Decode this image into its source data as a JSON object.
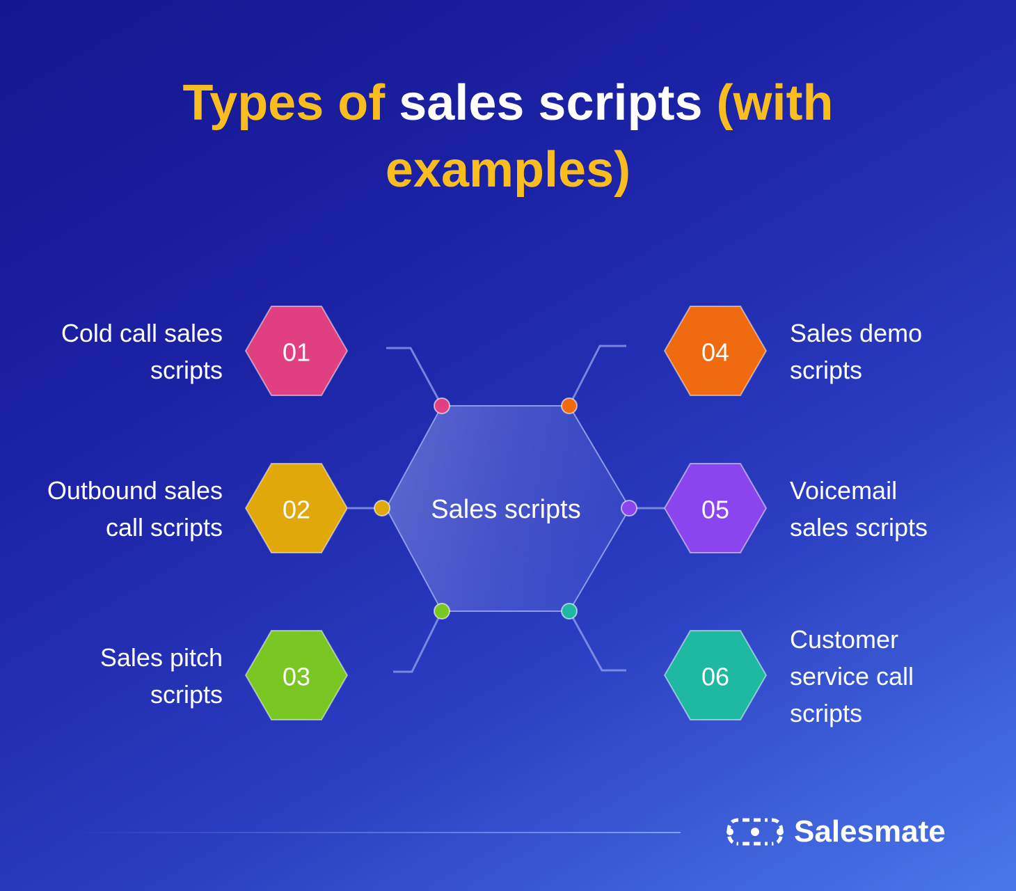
{
  "title": {
    "part1": "Types of ",
    "part2": "sales scripts",
    "part3": " (with",
    "line2": "examples)"
  },
  "center": {
    "label": "Sales scripts"
  },
  "items": [
    {
      "num": "01",
      "line1": "Cold call sales",
      "line2": "scripts",
      "line3": "",
      "color": "#e0407f"
    },
    {
      "num": "02",
      "line1": "Outbound sales",
      "line2": "call scripts",
      "line3": "",
      "color": "#e0a80a"
    },
    {
      "num": "03",
      "line1": "Sales pitch",
      "line2": "scripts",
      "line3": "",
      "color": "#7ac724"
    },
    {
      "num": "04",
      "line1": "Sales demo",
      "line2": "scripts",
      "line3": "",
      "color": "#f06a10"
    },
    {
      "num": "05",
      "line1": "Voicemail",
      "line2": "sales scripts",
      "line3": "",
      "color": "#8a45ef"
    },
    {
      "num": "06",
      "line1": "Customer",
      "line2": "service call",
      "line3": "scripts",
      "color": "#1fb8a0"
    }
  ],
  "brand": {
    "name": "Salesmate"
  }
}
